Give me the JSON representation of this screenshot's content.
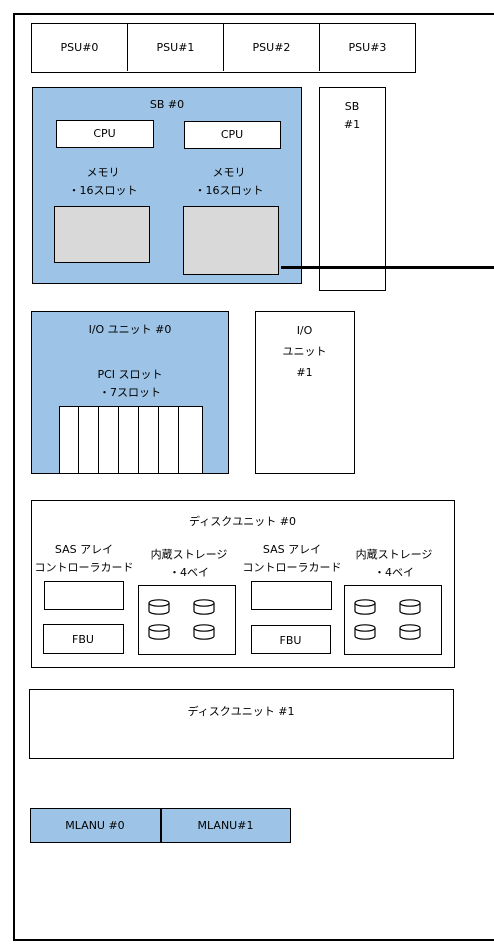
{
  "psu": [
    "PSU#0",
    "PSU#1",
    "PSU#2",
    "PSU#3"
  ],
  "sb0": {
    "title": "SB #0",
    "cpu_left": "CPU",
    "cpu_right": "CPU",
    "mem_left": [
      "メモリ",
      "・16スロット"
    ],
    "mem_right": [
      "メモリ",
      "・16スロット"
    ]
  },
  "sb1": {
    "line1": "SB",
    "line2": "#1"
  },
  "io0": {
    "title": "I/O ユニット #0",
    "pci_line1": "PCI スロット",
    "pci_line2": "・7スロット"
  },
  "io1": {
    "line1": "I/O",
    "line2": "ユニット",
    "line3": "#1"
  },
  "disk0": {
    "title": "ディスクユニット #0",
    "sas_left": [
      "SAS アレイ",
      "コントローラカード"
    ],
    "storage_left": [
      "内蔵ストレージ",
      "・4ベイ"
    ],
    "sas_right": [
      "SAS アレイ",
      "コントローラカード"
    ],
    "storage_right": [
      "内蔵ストレージ",
      "・4ベイ"
    ],
    "fbu_left": "FBU",
    "fbu_right": "FBU"
  },
  "disk1": {
    "title": "ディスクユニット #1"
  },
  "mlan": [
    "MLANU #0",
    "MLANU#1"
  ],
  "colors": {
    "board_blue": "#9dc3e6",
    "memory_gray": "#d9d9d9",
    "line": "#000000"
  }
}
